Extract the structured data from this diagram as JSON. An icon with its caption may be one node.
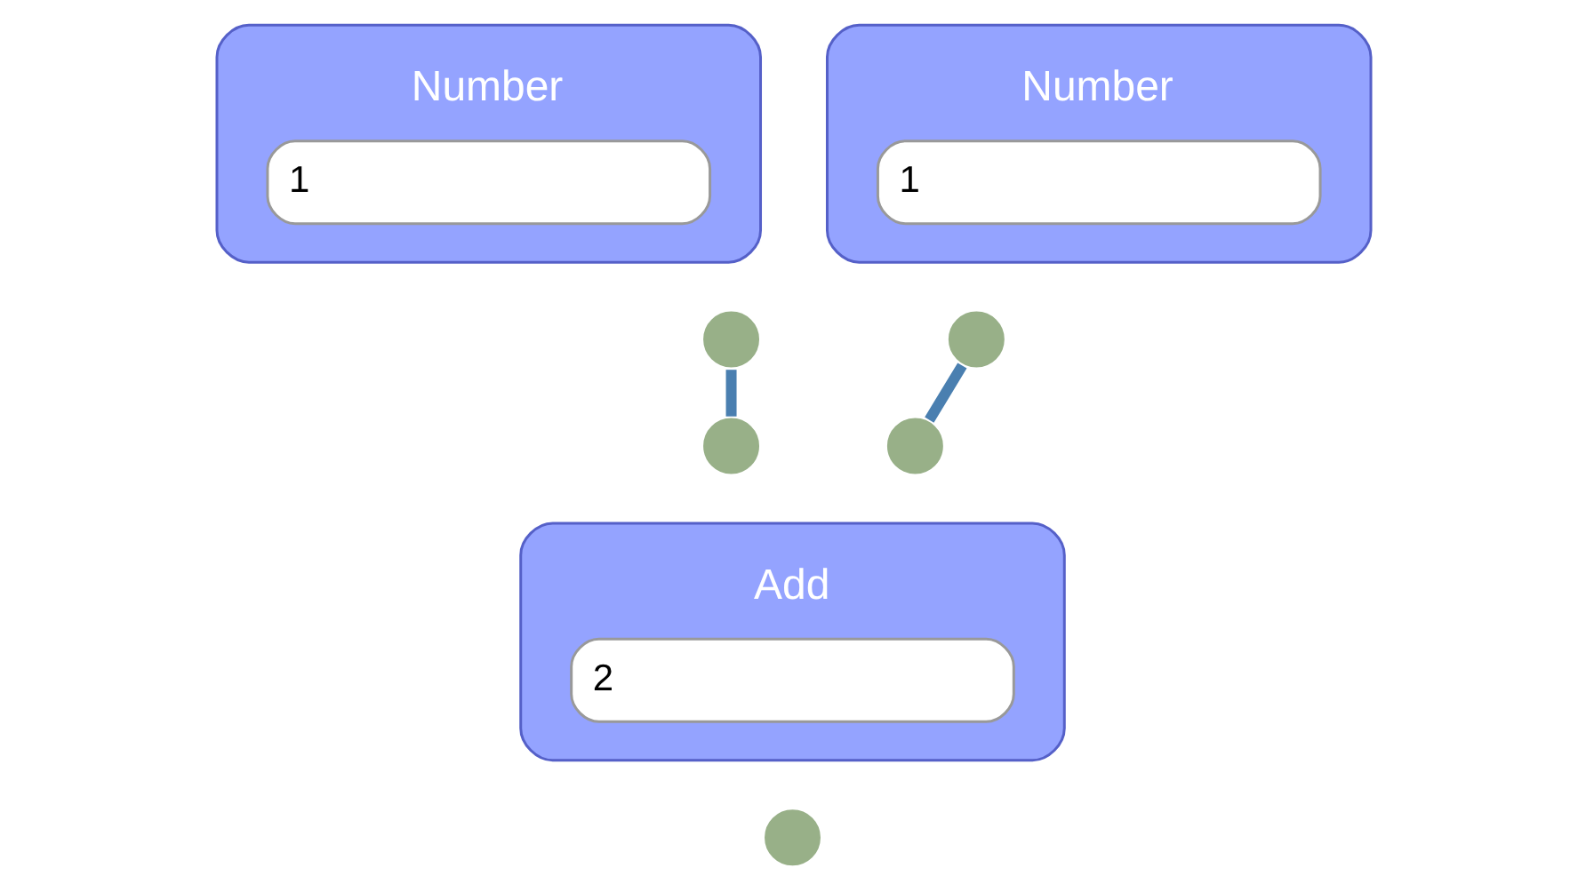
{
  "diagram": {
    "nodes": [
      {
        "text": [
          "Number",
          "1"
        ]
      },
      {
        "text": [
          "Number",
          "1"
        ]
      },
      {
        "text": [
          "Add",
          "2"
        ]
      },
      {
        "text": [],
        "shape": "circle"
      },
      {
        "text": [],
        "shape": "circle"
      },
      {
        "text": [],
        "shape": "circle"
      },
      {
        "text": [],
        "shape": "circle"
      },
      {
        "text": [],
        "shape": "circle"
      }
    ],
    "edges": [
      {
        "from": 3,
        "to": 5,
        "arrow": "none"
      },
      {
        "from": 4,
        "to": 6,
        "arrow": "none"
      }
    ]
  }
}
